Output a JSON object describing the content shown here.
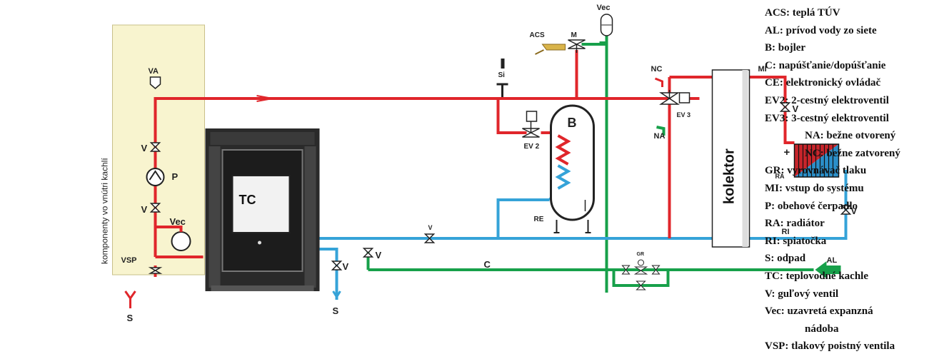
{
  "diagram": {
    "labels": {
      "side_panel": "komponenty vo vnútri kachlí",
      "va": "VA",
      "v": "V",
      "p": "P",
      "vec": "Vec",
      "vsp": "VSP",
      "s": "S",
      "tc": "TC",
      "acs": "ACS",
      "m": "M",
      "si": "Si",
      "b": "B",
      "ev2": "EV 2",
      "ev3": "EV 3",
      "nc": "NC",
      "na": "NA",
      "re": "RE",
      "kolektor": "kolektor",
      "mi": "MI",
      "ra": "RA",
      "ri": "RI",
      "plus": "+",
      "c": "C",
      "gr": "GR",
      "al": "AL"
    },
    "colors": {
      "hot": "#e0262b",
      "cold": "#35a3d8",
      "network": "#17a04a",
      "panel": "#f8f4cf",
      "stove": "#2b2b2b"
    }
  },
  "legend": [
    {
      "text": "ACS: teplá TÚV"
    },
    {
      "text": "AL: prívod vody zo siete"
    },
    {
      "text": "B: bojler"
    },
    {
      "text": "C: napúšťanie/dopúšťanie"
    },
    {
      "text": "CE: elektronický ovládač"
    },
    {
      "text": "EV2: 2-cestný elektroventil"
    },
    {
      "text": "EV3: 3-cestný elektroventil"
    },
    {
      "text": "NA: bežne otvorený"
    },
    {
      "text": "NC: bežne zatvorený"
    },
    {
      "text": "GR: vyrovnávač tlaku"
    },
    {
      "text": "MI: vstup do systému"
    },
    {
      "text": "P: obehové čerpadlo"
    },
    {
      "text": "RA: radiátor"
    },
    {
      "text": "RI: spiatočka"
    },
    {
      "text": "S: odpad"
    },
    {
      "text": "TC:  teplovodné kachle"
    },
    {
      "text": "V: guľový ventil"
    },
    {
      "text": "Vec: uzavretá expanzná"
    },
    {
      "text": "nádoba"
    },
    {
      "text": "VSP: tlakový poistný ventila"
    }
  ]
}
